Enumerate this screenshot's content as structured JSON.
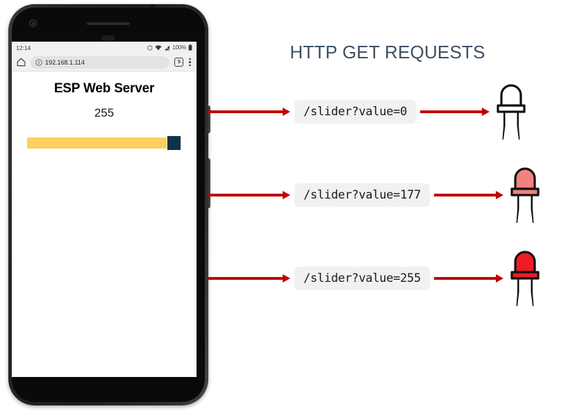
{
  "heading": "HTTP GET REQUESTS",
  "phone": {
    "status_bar": {
      "time": "12:14",
      "battery_percent": "100%",
      "icons": [
        "circle-icon",
        "wifi-icon",
        "signal-bars-icon",
        "battery-icon"
      ]
    },
    "browser": {
      "home_icon": "home-icon",
      "info_icon": "info-circle-icon",
      "url": "192.168.1.114",
      "tab_count": "5",
      "menu_icon": "kebab-menu-icon"
    },
    "page": {
      "title": "ESP Web Server",
      "slider_value": "255",
      "slider_min": 0,
      "slider_max": 255,
      "slider_current": 255,
      "track_color": "#FDD05C",
      "thumb_color": "#0D3349"
    }
  },
  "requests": [
    {
      "url": "/slider?value=0",
      "value": 0,
      "led_state": "off",
      "led_color": "#FFFFFF",
      "arrow_color": "#C00000"
    },
    {
      "url": "/slider?value=177",
      "value": 177,
      "led_state": "dim",
      "led_color": "#F2827F",
      "arrow_color": "#C00000"
    },
    {
      "url": "/slider?value=255",
      "value": 255,
      "led_state": "bright",
      "led_color": "#ED1C24",
      "arrow_color": "#C00000"
    }
  ],
  "colors": {
    "heading": "#3d4f63",
    "arrow": "#C00000",
    "chip_bg": "#F1F1F1"
  }
}
